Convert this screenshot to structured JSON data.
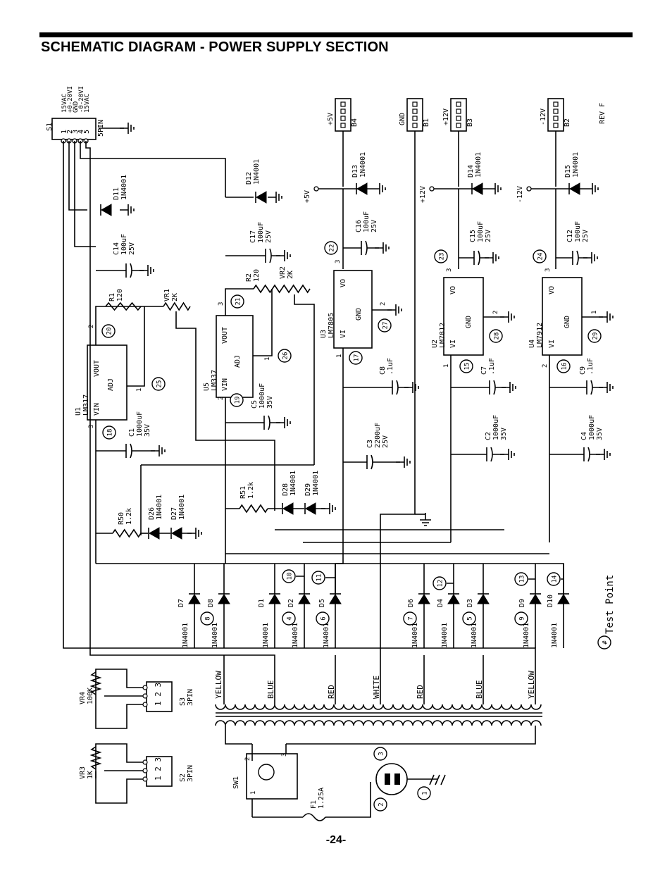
{
  "title": "SCHEMATIC DIAGRAM - POWER SUPPLY SECTION",
  "page_number": "-24-",
  "rev": "REV F",
  "legend": {
    "symbol": "#",
    "label": "Test Point"
  },
  "connector_s1": {
    "ref": "S1",
    "type": "5PIN",
    "pins": [
      "1",
      "2",
      "3",
      "4",
      "5"
    ],
    "signals": [
      "15VAC",
      "+0-20VI",
      "GND",
      "-0-20VI",
      "15VAC"
    ]
  },
  "headers": [
    {
      "ref": "B4",
      "label": "+5V"
    },
    {
      "ref": "B1",
      "label": "GND"
    },
    {
      "ref": "B3",
      "label": "+12V"
    },
    {
      "ref": "B2",
      "label": "-12V"
    }
  ],
  "rails": [
    "+5V",
    "+12V",
    "-12V"
  ],
  "regulators": [
    {
      "ref": "U1",
      "part": "LM317",
      "pins": [
        "VIN",
        "ADJ",
        "VOUT"
      ]
    },
    {
      "ref": "U5",
      "part": "LM337",
      "pins": [
        "VIN",
        "ADJ",
        "VOUT"
      ]
    },
    {
      "ref": "U3",
      "part": "LM7805",
      "pins": [
        "VI",
        "GND",
        "VO"
      ]
    },
    {
      "ref": "U2",
      "part": "LM7812",
      "pins": [
        "VI",
        "GND",
        "VO"
      ]
    },
    {
      "ref": "U4",
      "part": "LM7912",
      "pins": [
        "VI",
        "GND",
        "VO"
      ]
    }
  ],
  "capacitors": [
    {
      "ref": "C14",
      "value": "100uF",
      "voltage": "25V"
    },
    {
      "ref": "C17",
      "value": "100uF",
      "voltage": "25V"
    },
    {
      "ref": "C16",
      "value": "100uF",
      "voltage": "25V"
    },
    {
      "ref": "C15",
      "value": "100uF",
      "voltage": "25V"
    },
    {
      "ref": "C12",
      "value": "100uF",
      "voltage": "25V"
    },
    {
      "ref": "C1",
      "value": "1000uF",
      "voltage": "35V"
    },
    {
      "ref": "C5",
      "value": "1000uF",
      "voltage": "35V"
    },
    {
      "ref": "C3",
      "value": "2200uF",
      "voltage": "25V"
    },
    {
      "ref": "C2",
      "value": "1000uF",
      "voltage": "35V"
    },
    {
      "ref": "C4",
      "value": "1000uF",
      "voltage": "35V"
    },
    {
      "ref": "C8",
      "value": ".1uF"
    },
    {
      "ref": "C7",
      "value": ".1uF"
    },
    {
      "ref": "C9",
      "value": ".1uF"
    }
  ],
  "resistors": [
    {
      "ref": "R1",
      "value": "120"
    },
    {
      "ref": "R2",
      "value": "120"
    },
    {
      "ref": "R50",
      "value": "1.2k"
    },
    {
      "ref": "R51",
      "value": "1.2k"
    }
  ],
  "pots": [
    {
      "ref": "VR1",
      "value": "2K"
    },
    {
      "ref": "VR2",
      "value": "2K"
    },
    {
      "ref": "VR3",
      "value": "1K"
    },
    {
      "ref": "VR4",
      "value": "100K"
    }
  ],
  "diode_part": "1N4001",
  "diodes_top": [
    "D11",
    "D12",
    "D13",
    "D14",
    "D15"
  ],
  "diodes_mid": [
    "D26",
    "D27",
    "D28",
    "D29"
  ],
  "diodes_bridge": [
    "D7",
    "D8",
    "D1",
    "D2",
    "D5",
    "D6",
    "D4",
    "D3",
    "D9",
    "D10"
  ],
  "test_points": [
    "1",
    "2",
    "3",
    "4",
    "5",
    "6",
    "7",
    "8",
    "9",
    "10",
    "11",
    "12",
    "13",
    "14",
    "15",
    "16",
    "17",
    "18",
    "19",
    "20",
    "21",
    "22",
    "23",
    "24",
    "25",
    "26",
    "27",
    "28",
    "29"
  ],
  "wire_colors": [
    "YELLOW",
    "BLUE",
    "RED",
    "WHITE",
    "RED",
    "BLUE",
    "YELLOW"
  ],
  "s2": {
    "ref": "S2",
    "type": "3PIN",
    "pins": "1 2 3"
  },
  "s3": {
    "ref": "S3",
    "type": "3PIN",
    "pins": "1 2 3"
  },
  "sw1": "SW1",
  "fuse": {
    "ref": "F1",
    "value": "1.25A"
  },
  "pin_numbers": {
    "one": "1",
    "two": "2",
    "three": "3"
  }
}
